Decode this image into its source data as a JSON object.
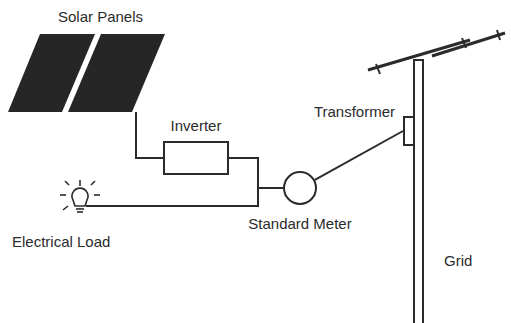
{
  "diagram": {
    "nodes": [
      {
        "text": [
          "Inverter"
        ]
      },
      {
        "text": [
          "Standard Meter"
        ]
      },
      {
        "text": [
          "Transformer"
        ]
      }
    ],
    "edges": [
      {
        "from": 0,
        "to": 1,
        "arrow": "none"
      },
      {
        "from": 1,
        "to": 2,
        "arrow": "none"
      }
    ],
    "labels": [
      "Solar Panels",
      "Electrical Load",
      "Grid"
    ]
  }
}
